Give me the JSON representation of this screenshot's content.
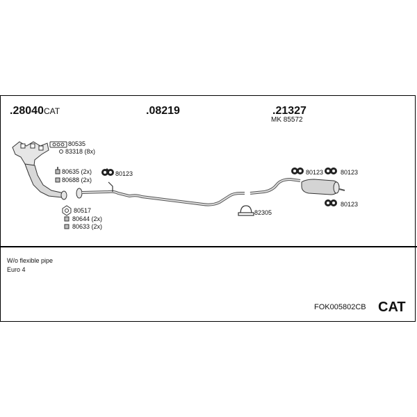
{
  "parts": {
    "p1": {
      "number": ".28040",
      "suffix": "CAT"
    },
    "p2": {
      "number": ".08219"
    },
    "p3": {
      "number": ".21327",
      "sub": "MK 85572"
    }
  },
  "accessories": {
    "a1": "80535",
    "a2": "83318 (8x)",
    "a3": "80635 (2x)",
    "a4": "80688 (2x)",
    "a5": "80517",
    "a6": "80644 (2x)",
    "a7": "80633 (2x)",
    "a8": "80123",
    "a9": "82305",
    "a10": "80123",
    "a11": "80123",
    "a12": "80123"
  },
  "notes": {
    "line1": "W/o flexible pipe",
    "line2": "Euro 4"
  },
  "footer": {
    "code": "FOK005802CB",
    "type": "CAT"
  }
}
